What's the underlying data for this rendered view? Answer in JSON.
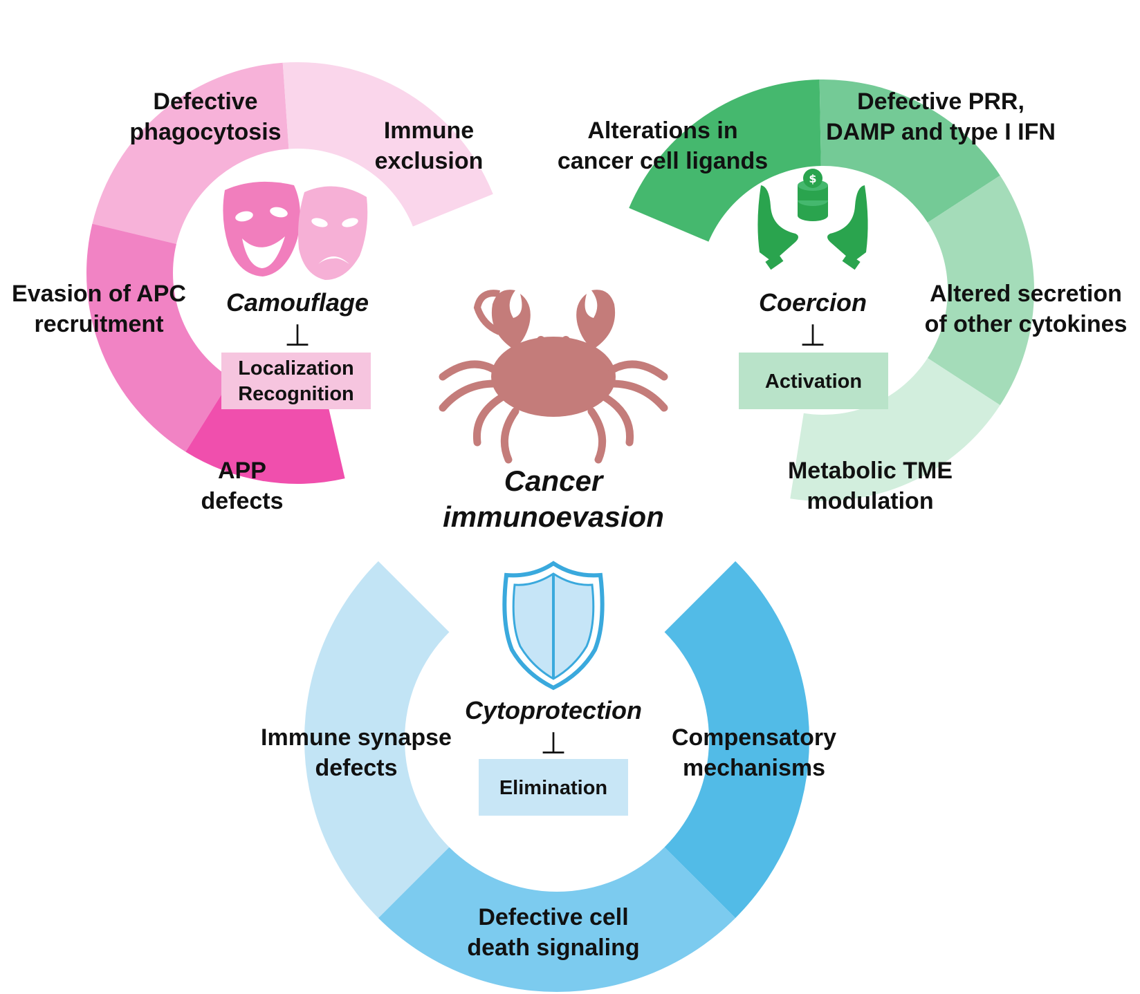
{
  "center": {
    "line1": "Cancer",
    "line2": "immunoevasion",
    "icon": "crab-icon",
    "icon_color": "#c47c7a"
  },
  "modules": {
    "camouflage": {
      "title": "Camouflage",
      "inhibits_symbol": "⊥",
      "box_lines": [
        "Localization",
        "Recognition"
      ],
      "box_color": "#f6c5df",
      "icon": "theater-masks-icon",
      "segments": [
        {
          "lines": [
            "Defective",
            "phagocytosis"
          ],
          "color": "#f7b2d9"
        },
        {
          "lines": [
            "Immune",
            "exclusion"
          ],
          "color": "#fad6eb"
        },
        {
          "lines": [
            "Evasion of APC",
            "recruitment"
          ],
          "color": "#f183c4"
        },
        {
          "lines": [
            "APP",
            "defects"
          ],
          "color": "#f04fad"
        }
      ]
    },
    "coercion": {
      "title": "Coercion",
      "inhibits_symbol": "⊥",
      "box_lines": [
        "Activation"
      ],
      "box_color": "#b9e3c9",
      "icon": "hands-money-icon",
      "segments": [
        {
          "lines": [
            "Alterations in",
            "cancer cell ligands"
          ],
          "color": "#45b86e"
        },
        {
          "lines": [
            "Defective PRR,",
            "DAMP and type I IFN"
          ],
          "color": "#74ca96"
        },
        {
          "lines": [
            "Altered secretion",
            "of other cytokines"
          ],
          "color": "#a4dcb9"
        },
        {
          "lines": [
            "Metabolic TME",
            "modulation"
          ],
          "color": "#d2eedd"
        }
      ]
    },
    "cytoprotection": {
      "title": "Cytoprotection",
      "inhibits_symbol": "⊥",
      "box_lines": [
        "Elimination"
      ],
      "box_color": "#c8e6f6",
      "icon": "shield-icon",
      "segments": [
        {
          "lines": [
            "Immune synapse",
            "defects"
          ],
          "color": "#c2e4f5"
        },
        {
          "lines": [
            "Compensatory",
            "mechanisms"
          ],
          "color": "#52bbe7"
        },
        {
          "lines": [
            "Defective cell",
            "death signaling"
          ],
          "color": "#7ccbef"
        }
      ]
    }
  }
}
